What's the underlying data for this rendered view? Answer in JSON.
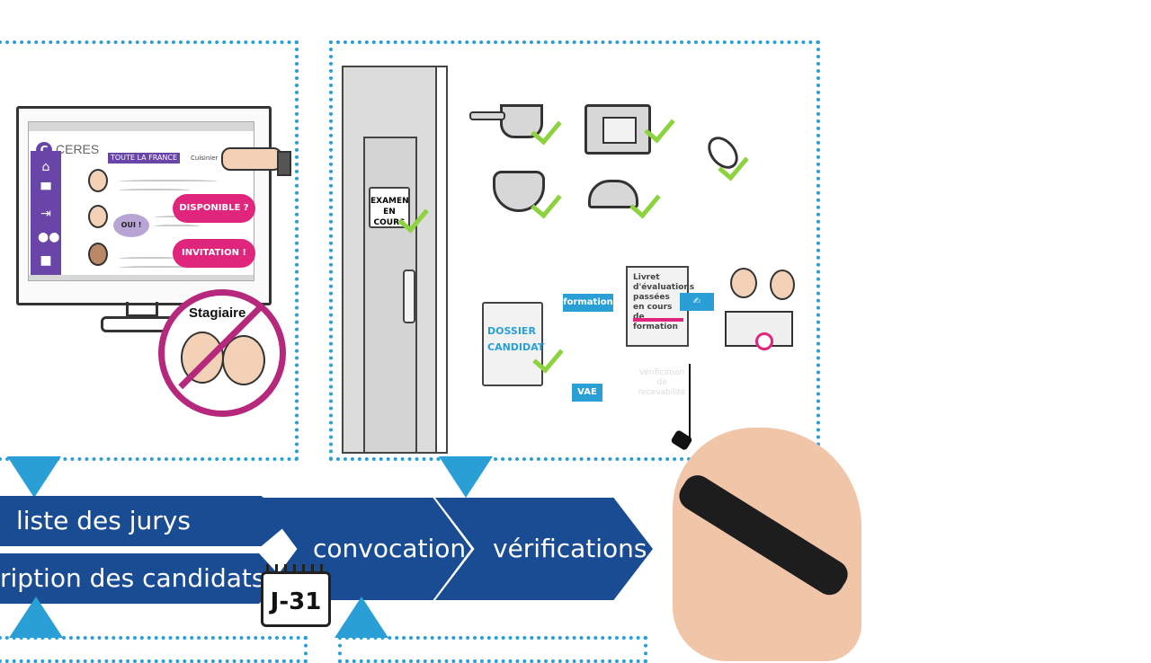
{
  "monitor": {
    "logo_letter": "C",
    "logo_name": "CERES",
    "region_tag": "TOUTE LA FRANCE",
    "job_label": "Cuisinier",
    "bubble_available": "DISPONIBLE ?",
    "bubble_yes": "OUI !",
    "bubble_invitation": "INVITATION !",
    "sidebar_icons": [
      "home-icon",
      "screen-icon",
      "login-icon",
      "users-icon",
      "folder-icon"
    ]
  },
  "no_sign": {
    "label": "Stagiaire"
  },
  "door": {
    "sign_line1": "EXAMEN",
    "sign_line2": "EN COURS"
  },
  "process": {
    "dossier_line1": "DOSSIER",
    "dossier_line2": "CANDIDAT",
    "formation_tag": "formation",
    "vae_tag": "VAE",
    "livret_text": "Livret d'évaluations passées en cours de formation",
    "verif_text": "Vérification de recevabilité"
  },
  "timeline": {
    "step1": "liste des jurys",
    "step2": "ription des candidats",
    "step3": "convocation",
    "step4": "vérifications",
    "calendar_label": "J-31"
  },
  "colors": {
    "dotted_border": "#2a9fd6",
    "timeline_blue": "#1a4c94",
    "accent_pink": "#e0257d",
    "ceres_purple": "#6a45a8",
    "check_green": "#8dd33f",
    "no_sign": "#b5287b"
  }
}
